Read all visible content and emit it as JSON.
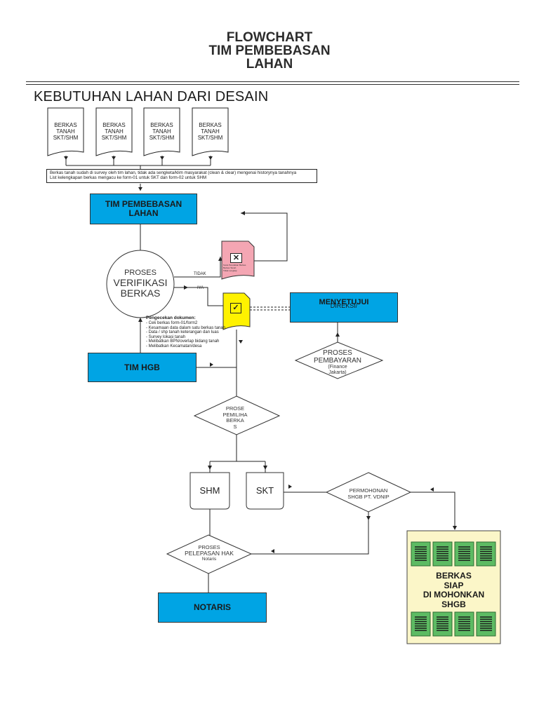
{
  "title": {
    "line1": "FLOWCHART",
    "line2": "TIM PEMBEBASAN",
    "line3": "LAHAN"
  },
  "subtitle": "KEBUTUHAN LAHAN DARI DESAIN",
  "documents": [
    {
      "l1": "BERKAS",
      "l2": "TANAH",
      "l3": "SKT/SHM"
    },
    {
      "l1": "BERKAS",
      "l2": "TANAH",
      "l3": "SKT/SHM"
    },
    {
      "l1": "BERKAS",
      "l2": "TANAH",
      "l3": "SKT/SHM"
    },
    {
      "l1": "BERKAS",
      "l2": "TANAH",
      "l3": "SKT/SHM"
    }
  ],
  "note": {
    "line1": "Berkas tanah sudah di survey  oleh tim lahan, tidak ada sengketa/klim masyarakat (clean & clear) mengenai historynya tanahnya",
    "line2": "List kelengkapan berkas mengacu ke form-01 untuk SKT dan form-02 untuk SHM"
  },
  "tim_pembebasan": {
    "line1": "TIM PEMBEBASAN",
    "line2": "LAHAN"
  },
  "verifikasi": {
    "line1": "PROSES",
    "line2": "VERIFIKASI",
    "line3": "BERKAS"
  },
  "labels": {
    "tidak": "TIDAK",
    "iya": "IYA"
  },
  "reject_doc": {
    "l1": "Surat Penolakan Berkas",
    "l2": "Berkas Tanah",
    "l3": "Tidak Lengkap"
  },
  "menyetujui": {
    "line1": "MENYETUJUI",
    "line2": "DIREKSI/"
  },
  "pengecekan": {
    "heading": "Pengecekan dokumen:",
    "items": [
      "- Cek berkas form-01/form2",
      "- Kesamaan data dalam satu berkas tanah",
      "- Data / shp tanah keterangan dan luas",
      "- Survey lokasi tanah",
      "- Melibatkan BPN/overlap bidang tanah",
      "- Melibatkan Kecamatan/desa"
    ]
  },
  "pembayaran": {
    "line1": "PROSES",
    "line2": "PEMBAYARAN",
    "line3": "(Finance",
    "line4": "Jakarta)"
  },
  "tim_hgb": "TIM HGB",
  "pemilihan": {
    "line1": "PROSE",
    "line2": "PEMILIHA",
    "line3": "BERKA",
    "line4": "S"
  },
  "shm": "SHM",
  "skt": "SKT",
  "permohonan": {
    "line1": "PERMOHONAN",
    "line2": "SHGB PT. VDNIP"
  },
  "pelepasan": {
    "line1": "PROSES",
    "line2": "PELEPASAN HAK",
    "line3": "Notaris"
  },
  "notaris": "NOTARIS",
  "berkas_siap": {
    "line1": "BERKAS",
    "line2": "SIAP",
    "line3": "DI MOHONKAN",
    "line4": "SHGB"
  },
  "colors": {
    "blue": "#00a4e4",
    "pink": "#f4a6b3",
    "yellow": "#fff200",
    "cream": "#fbf6c8",
    "green": "#5dbb63"
  }
}
